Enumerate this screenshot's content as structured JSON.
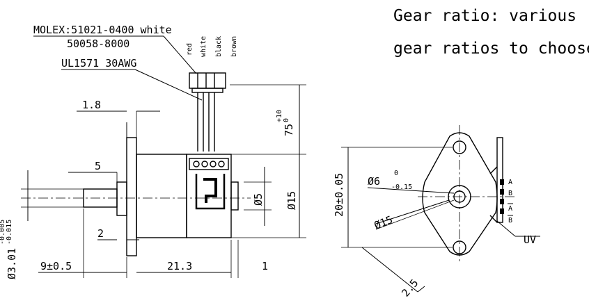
{
  "notes": {
    "gear_line1": "Gear ratio: various",
    "gear_line2": "gear ratios to choose"
  },
  "connector": {
    "part1": "MOLEX:51021-0400 white",
    "part2": "50058-8000",
    "cable": "UL1571 30AWG"
  },
  "wires": [
    "red",
    "white",
    "black",
    "brown"
  ],
  "side_view": {
    "dim_1_8": "1.8",
    "dim_5": "5",
    "dim_2": "2",
    "dim_9": "9±0.5",
    "dim_21_3": "21.3",
    "dim_1": "1",
    "dim_shaft": "Ø3.01",
    "dim_shaft_tol_top": "-0.005",
    "dim_shaft_tol_bot": "-0.015",
    "dim_75": "75",
    "dim_75_tol_top": "+10",
    "dim_75_tol_bot": "0",
    "dim_d5": "Ø5",
    "dim_d15": "Ø15"
  },
  "front_view": {
    "dim_20": "20±0.05",
    "dim_d6": "Ø6",
    "dim_d6_tol_top": "0",
    "dim_d6_tol_bot": "-0.15",
    "dim_d15": "Ø15",
    "dim_2_5": "2.5",
    "pin_a": "A",
    "pin_b": "B",
    "pin_abar": "A",
    "pin_bbar": "B",
    "uv": "UV"
  }
}
